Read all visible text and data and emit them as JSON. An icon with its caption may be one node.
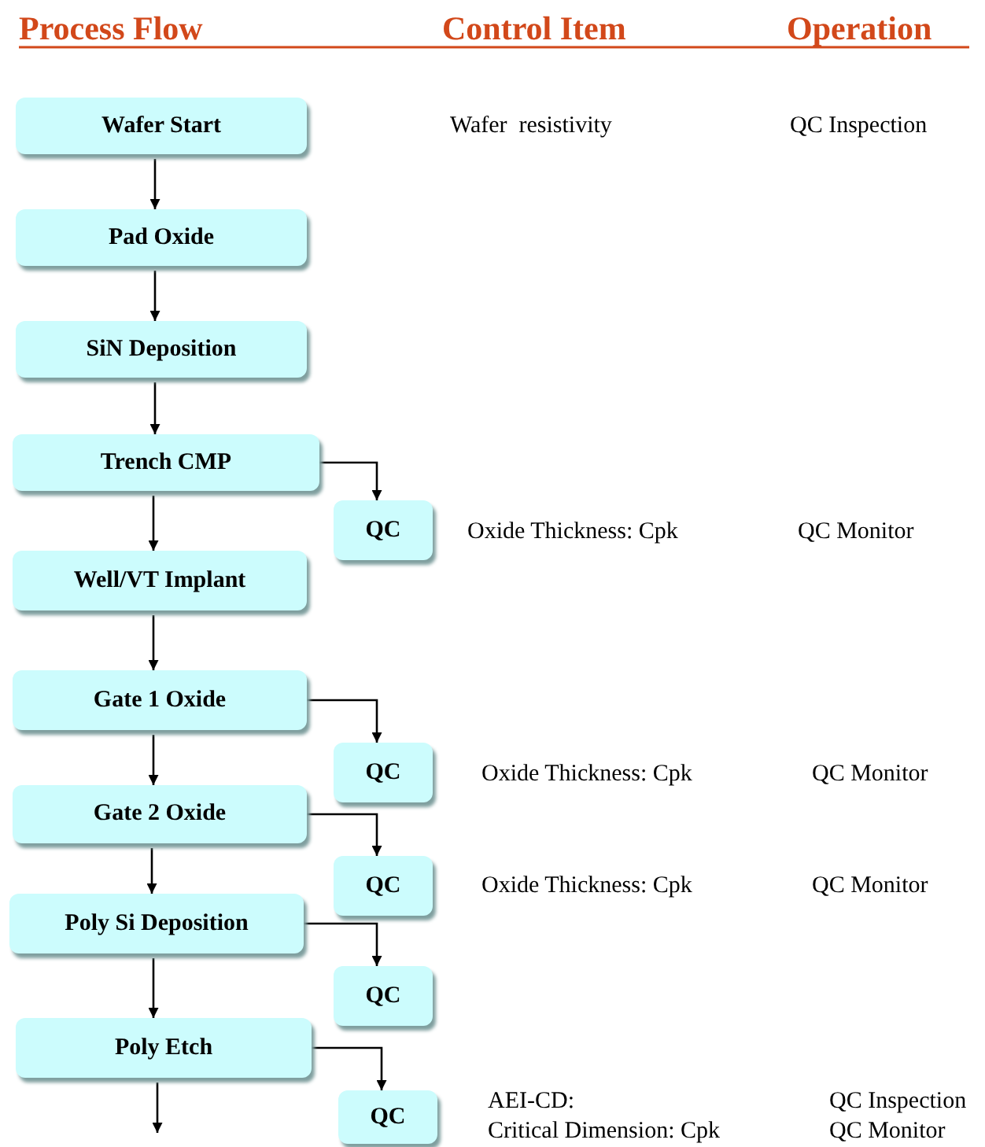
{
  "diagram": {
    "nodes": [
      {
        "text": [
          "Wafer Start"
        ]
      },
      {
        "text": [
          "Pad Oxide"
        ]
      },
      {
        "text": [
          "SiN Deposition"
        ]
      },
      {
        "text": [
          "Trench CMP"
        ]
      },
      {
        "text": [
          "QC"
        ]
      },
      {
        "text": [
          "Well/VT Implant"
        ]
      },
      {
        "text": [
          "Gate 1 Oxide"
        ]
      },
      {
        "text": [
          "QC"
        ]
      },
      {
        "text": [
          "Gate 2 Oxide"
        ]
      },
      {
        "text": [
          "QC"
        ]
      },
      {
        "text": [
          "Poly Si Deposition"
        ]
      },
      {
        "text": [
          "QC"
        ]
      },
      {
        "text": [
          "Poly Etch"
        ]
      },
      {
        "text": [
          "QC"
        ]
      }
    ],
    "edges": [
      {
        "from": 0,
        "to": 1,
        "arrow": "to"
      },
      {
        "from": 1,
        "to": 2,
        "arrow": "to"
      },
      {
        "from": 2,
        "to": 3,
        "arrow": "to"
      },
      {
        "from": 3,
        "to": 4,
        "arrow": "to"
      },
      {
        "from": 3,
        "to": 5,
        "arrow": "to"
      },
      {
        "from": 5,
        "to": 6,
        "arrow": "to"
      },
      {
        "from": 6,
        "to": 7,
        "arrow": "to"
      },
      {
        "from": 6,
        "to": 8,
        "arrow": "to"
      },
      {
        "from": 8,
        "to": 9,
        "arrow": "to"
      },
      {
        "from": 8,
        "to": 10,
        "arrow": "to"
      },
      {
        "from": 10,
        "to": 11,
        "arrow": "to"
      },
      {
        "from": 10,
        "to": 12,
        "arrow": "to"
      },
      {
        "from": 12,
        "to": 13,
        "arrow": "to"
      },
      {
        "from": 12,
        "to": null,
        "arrow": "to"
      }
    ],
    "labels": [
      "Process Flow",
      "Control Item",
      "Operation",
      "Wafer  resistivity",
      "QC Inspection",
      "Oxide Thickness: Cpk",
      "QC Monitor",
      "Oxide Thickness: Cpk",
      "QC Monitor",
      "Oxide Thickness: Cpk",
      "QC Monitor",
      "AEI-CD:",
      "QC Inspection",
      "Critical Dimension: Cpk",
      "QC Monitor"
    ]
  }
}
